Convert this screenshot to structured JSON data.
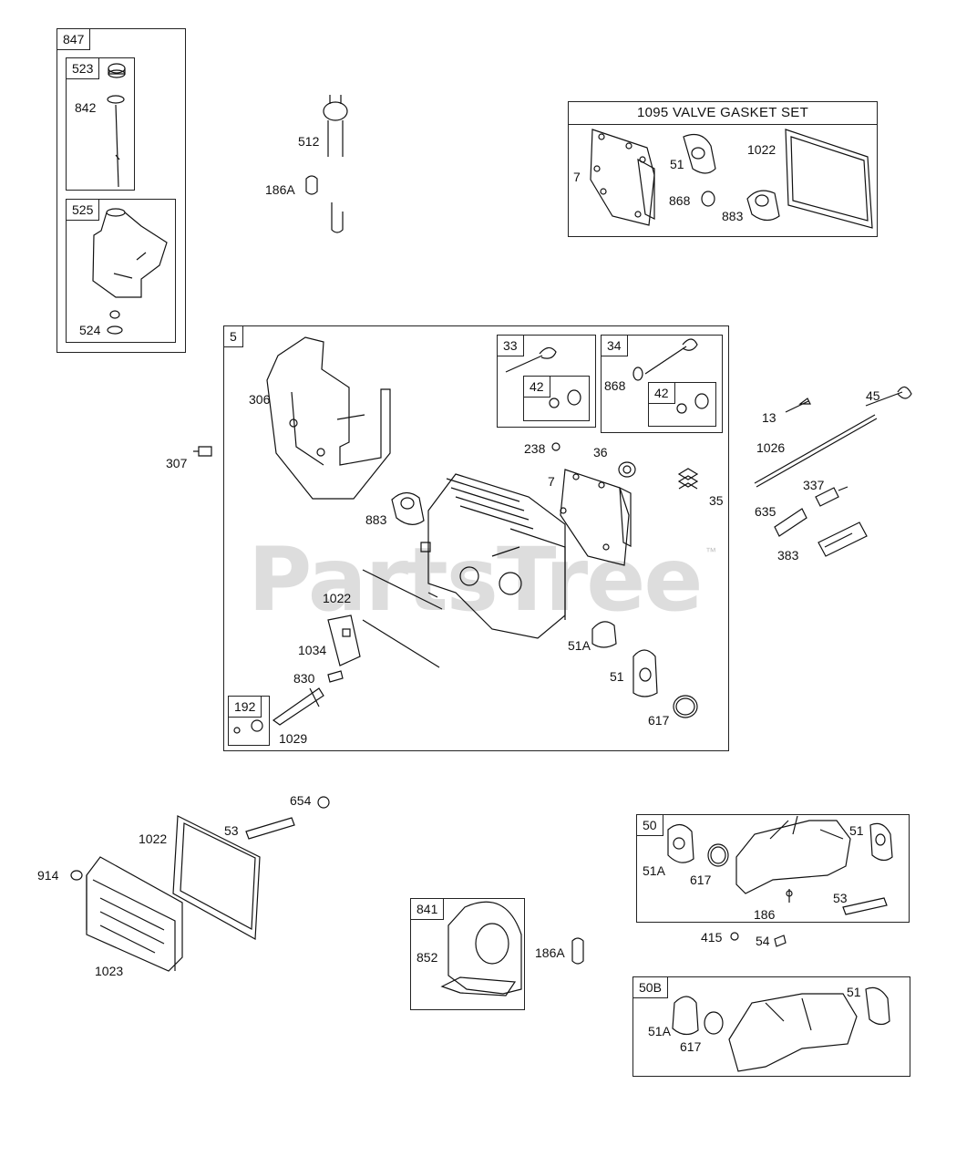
{
  "watermark": {
    "text": "PartsTree",
    "tm": "™"
  },
  "groups": {
    "g847": "847",
    "g523": "523",
    "g525": "525",
    "g5": "5",
    "g33": "33",
    "g34": "34",
    "g42a": "42",
    "g42b": "42",
    "g192": "192",
    "g841": "841",
    "g50": "50",
    "g50b": "50B"
  },
  "gasket_set_title": "1095 VALVE GASKET SET",
  "labels": {
    "l842": "842",
    "l524": "524",
    "l512": "512",
    "l186a_top": "186A",
    "gs7": "7",
    "gs51": "51",
    "gs1022": "1022",
    "gs868": "868",
    "gs883": "883",
    "l306": "306",
    "l307": "307",
    "l238": "238",
    "l36": "36",
    "l7": "7",
    "l35": "35",
    "l868": "868",
    "l883": "883",
    "l1022": "1022",
    "l1034": "1034",
    "l830": "830",
    "l1029": "1029",
    "l51a": "51A",
    "l51": "51",
    "l617": "617",
    "l13": "13",
    "l45": "45",
    "l1026": "1026",
    "l337": "337",
    "l635": "635",
    "l383": "383",
    "l654": "654",
    "l53": "53",
    "l1022b": "1022",
    "l914": "914",
    "l1023": "1023",
    "l852": "852",
    "l186a_bot": "186A",
    "m51a": "51A",
    "m617": "617",
    "m51": "51",
    "m186": "186",
    "m53": "53",
    "l415": "415",
    "l54": "54",
    "b51a": "51A",
    "b617": "617",
    "b51": "51"
  }
}
